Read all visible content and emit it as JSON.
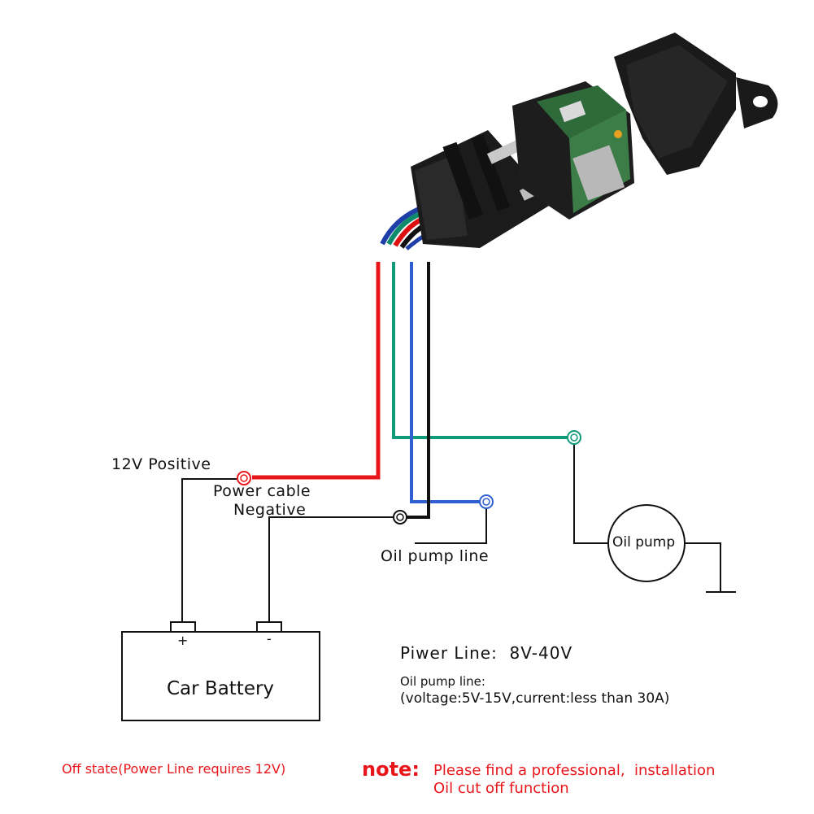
{
  "labels": {
    "positive": "12V Positive",
    "power_cable": "Power cable",
    "negative": "Negative",
    "oil_pump_line": "Oil pump line",
    "oil_pump": "Oil pump",
    "battery": "Car Battery",
    "plus": "+",
    "minus": "-"
  },
  "specs": {
    "power_line": "Piwer Line:  8V-40V",
    "oil_line_title": "Oil pump line:",
    "oil_line_detail": "(voltage:5V-15V,current:less than 30A)"
  },
  "notes": {
    "off_state": "Off state(Power Line requires 12V)",
    "note_label": "note:",
    "note_line1": "Please find a professional,  installation",
    "note_line2": "Oil cut off function"
  },
  "colors": {
    "red_wire": "#e8161b",
    "green_wire": "#0f9a7a",
    "blue_wire": "#2f5fd0",
    "black_wire": "#111111",
    "note_text": "#e8161b"
  }
}
